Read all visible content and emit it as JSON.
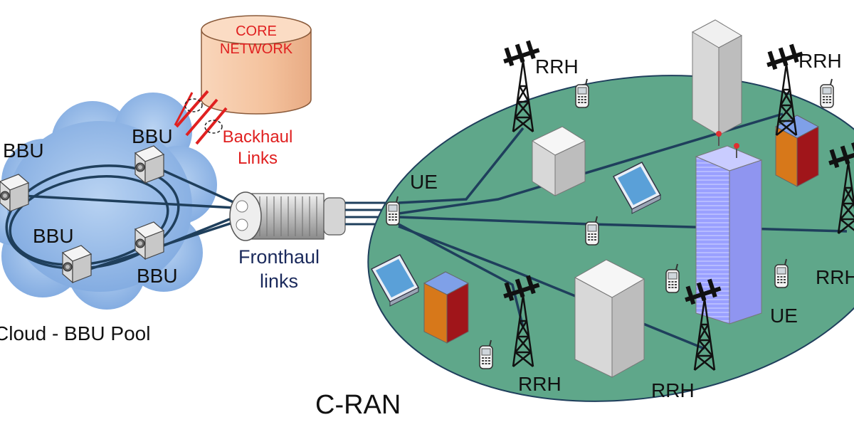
{
  "title": "C-RAN",
  "core_network": {
    "line1": "CORE",
    "line2": "NETWORK"
  },
  "backhaul": {
    "line1": "Backhaul",
    "line2": "Links"
  },
  "fronthaul": {
    "line1": "Fronthaul",
    "line2": "links"
  },
  "cloud": {
    "label": "Cloud - BBU Pool",
    "bbu_labels": [
      "BBU",
      "BBU",
      "BBU",
      "BBU"
    ]
  },
  "rrh_labels": [
    "RRH",
    "RRH",
    "RRH",
    "RRH",
    "RRH"
  ],
  "ue_labels": [
    "UE",
    "UE"
  ],
  "colors": {
    "cloud": "#8fb4e6",
    "ellipse": "#5fa78a",
    "link": "#1f3f5c",
    "core_fill": "#f6c7a4",
    "backhaul": "#e02020"
  }
}
